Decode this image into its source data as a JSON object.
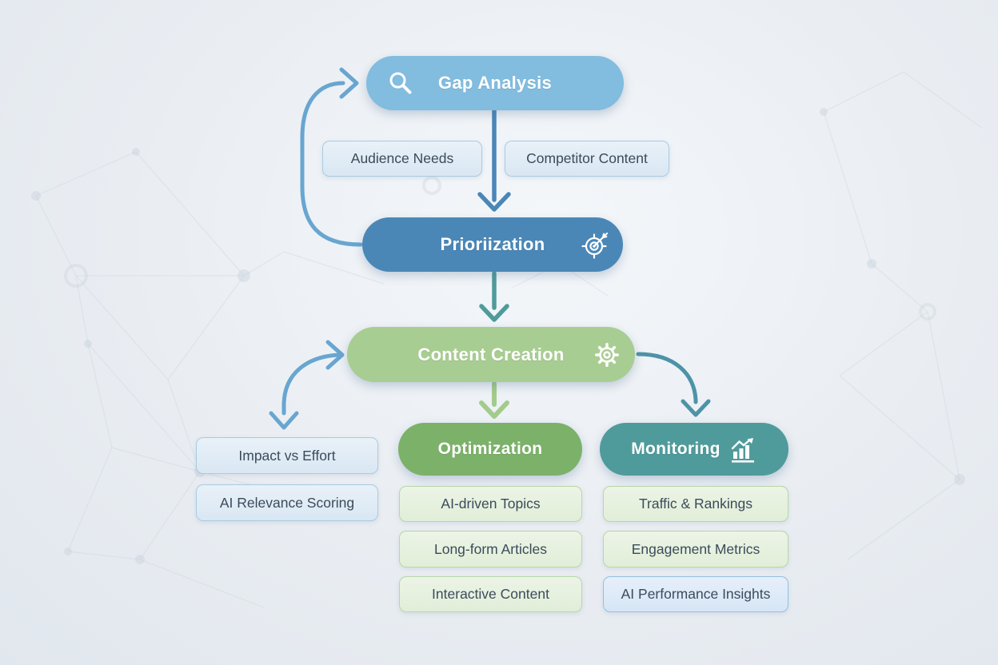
{
  "background": {
    "base_color": "#e9edf2",
    "pattern": "faint-network-plexus"
  },
  "flow": {
    "gap_analysis": {
      "label": "Gap Analysis",
      "color": "#82bcdf",
      "icon": "search-icon"
    },
    "prioritization": {
      "label": "Prioriization",
      "color": "#4a87b7",
      "icon": "target-icon"
    },
    "content_creation": {
      "label": "Content Creation",
      "color": "#a8cd92",
      "icon": "gear-icon"
    },
    "optimization": {
      "label": "Optimization",
      "color": "#7cb169"
    },
    "monitoring": {
      "label": "Monitoring",
      "color": "#4f9b9b",
      "icon": "bar-chart-icon"
    }
  },
  "gap_inputs": {
    "audience_needs": {
      "label": "Audience Needs",
      "style": "blue"
    },
    "competitor_content": {
      "label": "Competitor Content",
      "style": "blue"
    }
  },
  "prioritization_tools": {
    "impact_vs_effort": {
      "label": "Impact vs Effort",
      "style": "blue"
    },
    "ai_relevance_scoring": {
      "label": "AI Relevance Scoring",
      "style": "blue"
    }
  },
  "optimization_items": {
    "ai_driven_topics": {
      "label": "AI-driven Topics",
      "style": "green"
    },
    "long_form_articles": {
      "label": "Long-form Articles",
      "style": "green"
    },
    "interactive_content": {
      "label": "Interactive Content",
      "style": "green"
    }
  },
  "monitoring_items": {
    "traffic_rankings": {
      "label": "Traffic & Rankings",
      "style": "green"
    },
    "engagement_metrics": {
      "label": "Engagement Metrics",
      "style": "green"
    },
    "ai_performance_insights": {
      "label": "AI Performance Insights",
      "style": "blue"
    }
  },
  "arrows": {
    "straight_blue": "#4a87b7",
    "teal": "#4f9b9b",
    "green": "#a3cb8b",
    "curve_blue": "#68a6d0",
    "teal_curve": "#4d93a8"
  },
  "colors": {
    "pill_text": "#ffffff",
    "tag_text": "#3b4b5b",
    "tag_blue_border": "#a9cae3",
    "tag_green_border": "#b7d7a5"
  }
}
